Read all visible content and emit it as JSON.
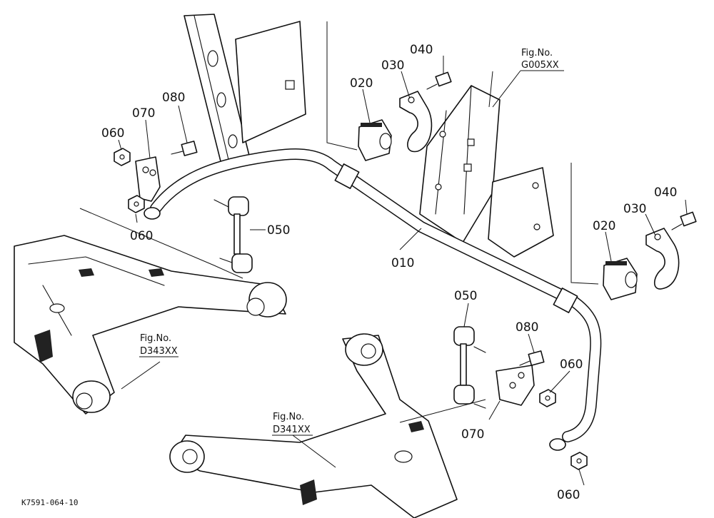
{
  "part_labels": {
    "p010": "010",
    "p020_left": "020",
    "p020_right": "020",
    "p030_left": "030",
    "p030_right": "030",
    "p040_left": "040",
    "p040_right": "040",
    "p050_left": "050",
    "p050_right": "050",
    "p060_left_top": "060",
    "p060_left_bottom": "060",
    "p060_right_top": "060",
    "p060_right_bottom": "060",
    "p070_left": "070",
    "p070_right": "070",
    "p080_left": "080",
    "p080_right": "080"
  },
  "figure_refs": [
    {
      "line1": "Fig.No.",
      "line2": "G005XX"
    },
    {
      "line1": "Fig.No.",
      "line2": "D343XX"
    },
    {
      "line1": "Fig.No.",
      "line2": "D341XX"
    }
  ],
  "drawing_id": "K7591-064-10"
}
